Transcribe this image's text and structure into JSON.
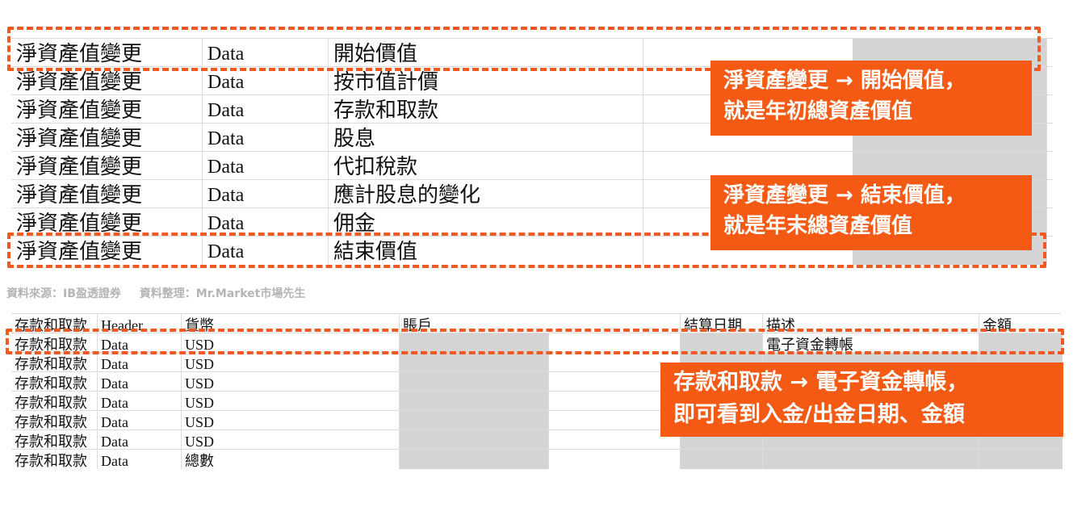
{
  "top_table": {
    "rows": [
      {
        "category": "淨資產值變更",
        "type": "Data",
        "item": "開始價值"
      },
      {
        "category": "淨資產值變更",
        "type": "Data",
        "item": "按市值計價"
      },
      {
        "category": "淨資產值變更",
        "type": "Data",
        "item": "存款和取款"
      },
      {
        "category": "淨資產值變更",
        "type": "Data",
        "item": "股息"
      },
      {
        "category": "淨資產值變更",
        "type": "Data",
        "item": "代扣稅款"
      },
      {
        "category": "淨資產值變更",
        "type": "Data",
        "item": "應計股息的變化"
      },
      {
        "category": "淨資產值變更",
        "type": "Data",
        "item": "佣金"
      },
      {
        "category": "淨資產值變更",
        "type": "Data",
        "item": "結束價值"
      }
    ]
  },
  "callouts": {
    "start": {
      "line1": "淨資產變更 → 開始價值，",
      "line2": "就是年初總資產價值"
    },
    "end": {
      "line1": "淨資產變更 → 結束價值，",
      "line2": "就是年末總資產價值"
    },
    "deposit": {
      "line1": "存款和取款 → 電子資金轉帳，",
      "line2": "即可看到入金/出金日期、金額"
    }
  },
  "source": {
    "data_source": "資料來源：IB盈透證券",
    "compiled_by": "資料整理：Mr.Market市場先生"
  },
  "bottom_table": {
    "header": {
      "category": "存款和取款",
      "type": "Header",
      "currency": "貨幣",
      "account": "賬戶",
      "settle_date": "結算日期",
      "description": "描述",
      "amount": "金額"
    },
    "rows": [
      {
        "category": "存款和取款",
        "type": "Data",
        "currency": "USD",
        "description": "電子資金轉帳"
      },
      {
        "category": "存款和取款",
        "type": "Data",
        "currency": "USD",
        "description": ""
      },
      {
        "category": "存款和取款",
        "type": "Data",
        "currency": "USD",
        "description": ""
      },
      {
        "category": "存款和取款",
        "type": "Data",
        "currency": "USD",
        "description": ""
      },
      {
        "category": "存款和取款",
        "type": "Data",
        "currency": "USD",
        "description": ""
      },
      {
        "category": "存款和取款",
        "type": "Data",
        "currency": "USD",
        "description": ""
      },
      {
        "category": "存款和取款",
        "type": "Data",
        "currency": "總數",
        "description": ""
      }
    ]
  },
  "colors": {
    "accent": "#f55a14",
    "dash": "#f05a22",
    "redacted": "#d4d4d4"
  }
}
